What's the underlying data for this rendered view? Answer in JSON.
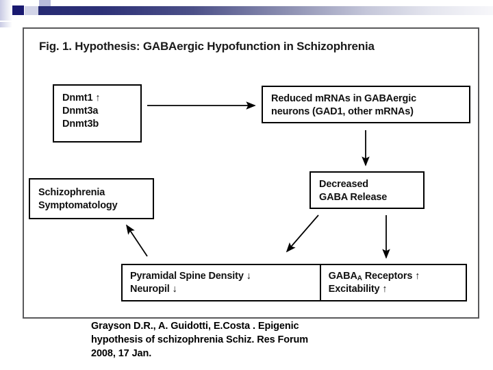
{
  "slide": {
    "decor": {
      "accent_dark": "#191970",
      "accent_bar_start": "#262a72",
      "accent_bar_end": "#f7f7fa"
    }
  },
  "figure": {
    "title": "Fig. 1. Hypothesis: GABAergic Hypofunction in Schizophrenia",
    "frame_color": "#58585a",
    "box_border_color": "#000000",
    "nodes": {
      "dnmt": {
        "name": "Dnmt enzymes",
        "lines": [
          "Dnmt1 ↑",
          "Dnmt3a",
          "Dnmt3b"
        ]
      },
      "mrna": {
        "name": "Reduced mRNAs",
        "lines": [
          "Reduced mRNAs in GABAergic",
          "neurons (GAD1, other mRNAs)"
        ]
      },
      "gaba_release": {
        "name": "Decreased GABA release",
        "lines": [
          "Decreased",
          "GABA Release"
        ]
      },
      "symptomatology": {
        "name": "Schizophrenia symptomatology",
        "lines": [
          "Schizophrenia",
          "Symptomatology"
        ]
      },
      "outcome_left": {
        "name": "Pyramidal spine density",
        "lines": [
          "Pyramidal Spine Density ↓",
          "Neuropil ↓"
        ]
      },
      "outcome_right": {
        "name": "GABA-A receptors",
        "line1_pre": "GABA",
        "line1_sub": "A",
        "line1_post": " Receptors ↑",
        "line2": "Excitability ↑"
      }
    },
    "arrows": [
      {
        "id": "dnmt-to-mrna",
        "label": "Dnmt upregulation reduces mRNAs",
        "direction": "right"
      },
      {
        "id": "mrna-to-gaba-release",
        "label": "Reduced mRNAs decrease GABA release",
        "direction": "down"
      },
      {
        "id": "gaba-release-to-spine-density",
        "label": "Decreased GABA release reduces spine density",
        "direction": "down-left"
      },
      {
        "id": "gaba-release-to-receptors",
        "label": "Decreased GABA release upregulates receptors",
        "direction": "down"
      },
      {
        "id": "outcomes-to-symptomatology",
        "label": "Outcomes produce symptomatology",
        "direction": "up-left"
      }
    ]
  },
  "citation": {
    "lines": [
      "Grayson D.R., A. Guidotti, E.Costa . Epigenic",
      "hypothesis of schizophrenia Schiz. Res Forum",
      "2008, 17 Jan."
    ]
  }
}
